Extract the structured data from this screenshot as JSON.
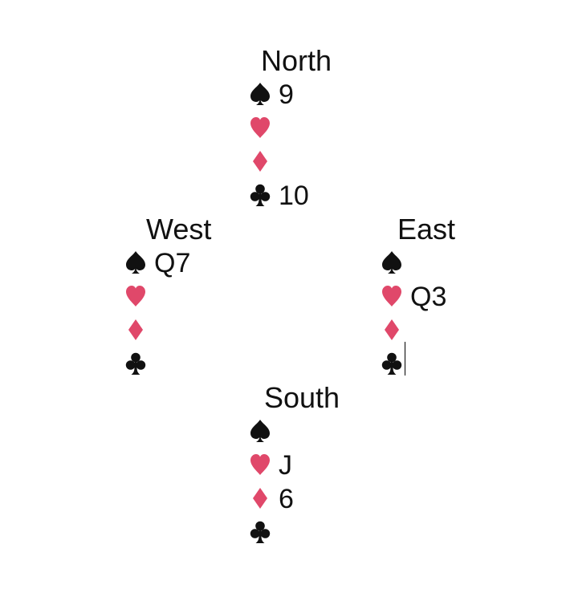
{
  "colors": {
    "black_suit": "#111111",
    "red_suit": "#e0486a",
    "text": "#111111",
    "background": "#ffffff"
  },
  "suits": {
    "spades": {
      "icon": "spade-icon",
      "color": "#111111"
    },
    "hearts": {
      "icon": "heart-icon",
      "color": "#e0486a"
    },
    "diamonds": {
      "icon": "diamond-icon",
      "color": "#e0486a"
    },
    "clubs": {
      "icon": "club-icon",
      "color": "#111111"
    }
  },
  "hands": {
    "north": {
      "name": "North",
      "spades": "9",
      "hearts": "",
      "diamonds": "",
      "clubs": "10"
    },
    "west": {
      "name": "West",
      "spades": "Q7",
      "hearts": "",
      "diamonds": "",
      "clubs": ""
    },
    "east": {
      "name": "East",
      "spades": "",
      "hearts": "Q3",
      "diamonds": "",
      "clubs": ""
    },
    "south": {
      "name": "South",
      "spades": "",
      "hearts": "J",
      "diamonds": "6",
      "clubs": ""
    }
  }
}
